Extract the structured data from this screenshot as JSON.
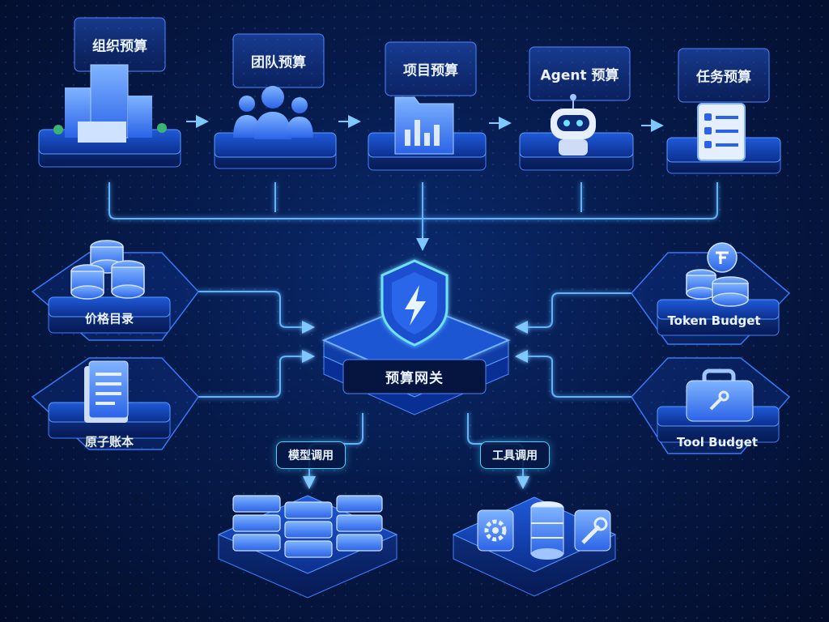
{
  "hierarchy": [
    {
      "label": "组织预算",
      "icon": "building-icon"
    },
    {
      "label": "团队预算",
      "icon": "team-icon"
    },
    {
      "label": "项目预算",
      "icon": "folder-chart-icon"
    },
    {
      "label": "Agent 预算",
      "icon": "robot-icon"
    },
    {
      "label": "任务预算",
      "icon": "checklist-icon"
    }
  ],
  "gateway": {
    "label": "预算网关",
    "icon": "shield-lightning-icon"
  },
  "left_inputs": [
    {
      "label": "价格目录",
      "icon": "coins-stack-icon"
    },
    {
      "label": "原子账本",
      "icon": "ledger-icon"
    }
  ],
  "right_inputs": [
    {
      "label": "Token Budget",
      "icon": "token-coins-icon"
    },
    {
      "label": "Tool Budget",
      "icon": "toolbox-icon"
    }
  ],
  "outputs": [
    {
      "label": "模型调用",
      "icon": "server-stack-icon"
    },
    {
      "label": "工具调用",
      "icon": "tools-icon"
    }
  ],
  "colors": {
    "accent": "#3f8cff",
    "glow": "#4fd0ff",
    "panel": "#0b2f8a"
  }
}
